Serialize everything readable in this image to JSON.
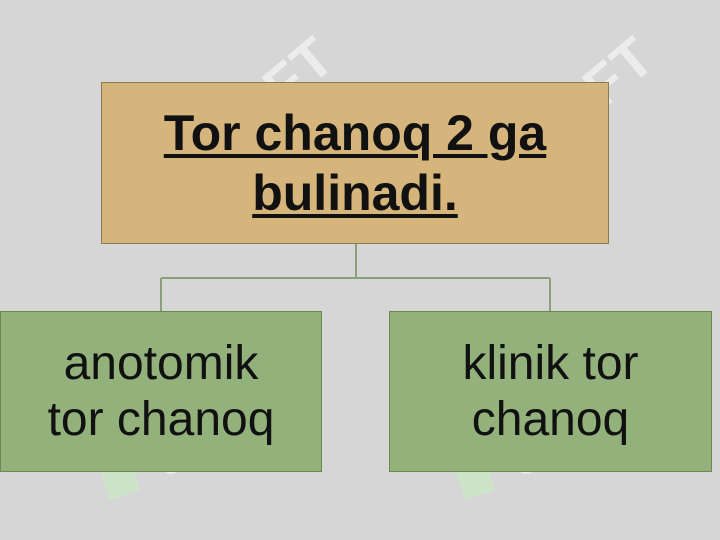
{
  "diagram": {
    "root": {
      "lines": [
        "Tor chanoq 2 ga",
        "bulinadi."
      ]
    },
    "children": [
      {
        "lines": [
          "anotomik",
          "tor chanoq"
        ]
      },
      {
        "lines": [
          "klinik tor",
          "chanoq"
        ]
      }
    ]
  },
  "watermark": {
    "text": "SOFT"
  },
  "colors": {
    "background": "#d6d6d6",
    "root_fill": "#d5b57c",
    "child_fill": "#93b17a",
    "connector": "#8aa07a",
    "watermark": "#ffffff",
    "watermark_leaf": "#c7f0c0"
  }
}
